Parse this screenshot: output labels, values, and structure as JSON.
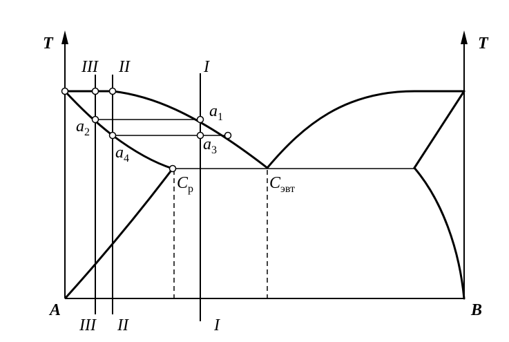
{
  "axes": {
    "left_label": "T",
    "right_label": "T",
    "origin_left": "A",
    "origin_right": "B"
  },
  "sections": {
    "line_I_top": "I",
    "line_I_bottom": "I",
    "line_II_top": "II",
    "line_II_bottom": "II",
    "line_III_top": "III",
    "line_III_bottom": "III"
  },
  "points": {
    "a1": {
      "letter": "a",
      "sub": "1"
    },
    "a2": {
      "letter": "a",
      "sub": "2"
    },
    "a3": {
      "letter": "a",
      "sub": "3"
    },
    "a4": {
      "letter": "a",
      "sub": "4"
    },
    "cp": {
      "letter": "C",
      "sub": "р"
    },
    "ceut": {
      "letter": "C",
      "sub": "эвт"
    }
  }
}
